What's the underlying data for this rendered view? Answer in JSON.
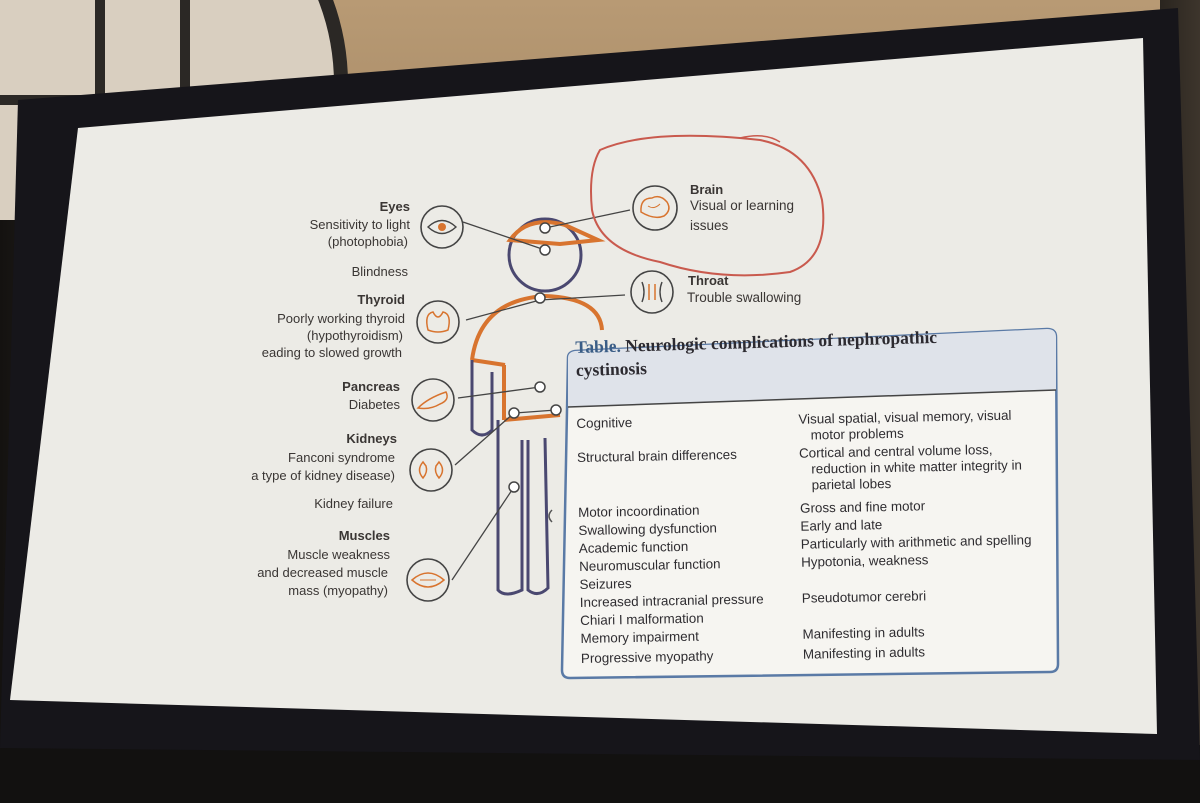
{
  "slide": {
    "labels": {
      "eyes": {
        "title": "Eyes",
        "lines": [
          "Sensitivity to light",
          "(photophobia)"
        ],
        "extra": "Blindness"
      },
      "thyroid": {
        "title": "Thyroid",
        "lines": [
          "Poorly working thyroid",
          "(hypothyroidism)",
          "eading to slowed growth"
        ]
      },
      "pancreas": {
        "title": "Pancreas",
        "lines": [
          "Diabetes"
        ]
      },
      "kidneys": {
        "title": "Kidneys",
        "lines": [
          "Fanconi syndrome",
          "a type of kidney disease)"
        ],
        "extra": "Kidney failure"
      },
      "muscles": {
        "title": "Muscles",
        "lines": [
          "Muscle weakness",
          "and decreased muscle",
          "mass (myopathy)"
        ]
      },
      "brain": {
        "title": "Brain",
        "lines": [
          "Visual or learning",
          "issues"
        ]
      },
      "throat": {
        "title": "Throat",
        "lines": [
          "Trouble swallowing"
        ]
      }
    },
    "table": {
      "title_lead": "Table.",
      "title_rest_1": "Neurologic complications of nephropathic",
      "title_rest_2": "cystinosis",
      "rows": [
        {
          "item": "Cognitive",
          "detail": [
            "Visual spatial, visual memory, visual",
            "motor problems"
          ]
        },
        {
          "item": "Structural brain differences",
          "detail": [
            "Cortical and central volume loss,",
            "reduction in white matter integrity in",
            "parietal lobes"
          ]
        },
        {
          "item": "Motor incoordination",
          "detail": [
            "Gross and fine motor"
          ]
        },
        {
          "item": "Swallowing dysfunction",
          "detail": [
            "Early and late"
          ]
        },
        {
          "item": "Academic function",
          "detail": [
            "Particularly with arithmetic and spelling"
          ]
        },
        {
          "item": "Neuromuscular function",
          "detail": [
            "Hypotonia, weakness"
          ]
        },
        {
          "item": "Seizures",
          "detail": [
            ""
          ]
        },
        {
          "item": "Increased intracranial pressure",
          "detail": [
            "Pseudotumor cerebri"
          ]
        },
        {
          "item": "Chiari I malformation",
          "detail": [
            ""
          ]
        },
        {
          "item": "Memory impairment",
          "detail": [
            "Manifesting in adults"
          ]
        },
        {
          "item": "Progressive myopathy",
          "detail": [
            "Manifesting in adults"
          ]
        }
      ]
    }
  },
  "colors": {
    "slide_bg": "#ecebe6",
    "orange": "#d8742f",
    "navy": "#4a4870",
    "circle_red": "#c95a4e",
    "table_border": "#5a7aa6",
    "table_header": "#dfe3ea"
  },
  "icons": [
    "eye-icon",
    "thyroid-icon",
    "pancreas-icon",
    "kidney-icon",
    "muscle-icon",
    "brain-icon",
    "throat-icon"
  ]
}
